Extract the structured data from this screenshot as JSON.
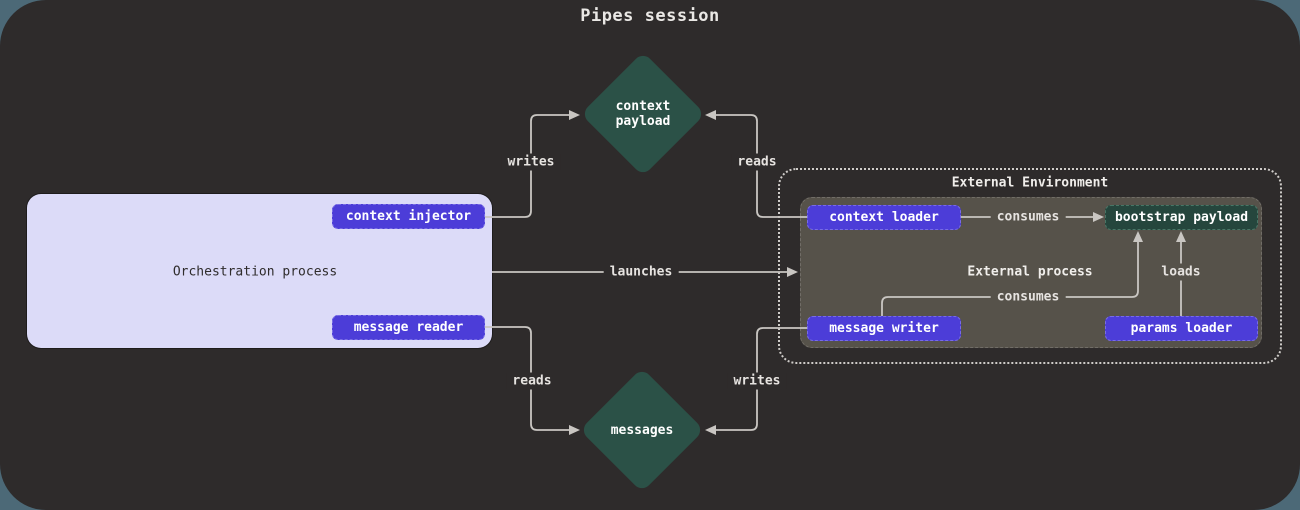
{
  "title": "Pipes session",
  "colors": {
    "page_background": "#4c6977",
    "canvas_background": "#2e2b2b",
    "orchestration_box": "#dcdbf8",
    "accent_purple": "#4c3dd8",
    "diamond_green": "#2b5147",
    "bootstrap_green": "#25463d",
    "external_process_box": "#56524a",
    "connector": "#c9c6c2"
  },
  "nodes": {
    "context_payload": {
      "label": "context\npayload"
    },
    "messages": {
      "label": "messages"
    },
    "orchestration_process": {
      "label": "Orchestration process"
    },
    "context_injector": {
      "label": "context injector"
    },
    "message_reader": {
      "label": "message reader"
    },
    "external_environment": {
      "label": "External Environment"
    },
    "external_process": {
      "label": "External process"
    },
    "context_loader": {
      "label": "context loader"
    },
    "bootstrap_payload": {
      "label": "bootstrap payload"
    },
    "message_writer": {
      "label": "message writer"
    },
    "params_loader": {
      "label": "params loader"
    }
  },
  "edges": {
    "injector_writes_payload": {
      "label": "writes"
    },
    "loader_reads_payload": {
      "label": "reads"
    },
    "orchestration_launches_external": {
      "label": "launches"
    },
    "loader_consumes_bootstrap": {
      "label": "consumes"
    },
    "writer_consumes_bootstrap": {
      "label": "consumes"
    },
    "params_loads_bootstrap": {
      "label": "loads"
    },
    "reader_reads_messages": {
      "label": "reads"
    },
    "writer_writes_messages": {
      "label": "writes"
    }
  }
}
